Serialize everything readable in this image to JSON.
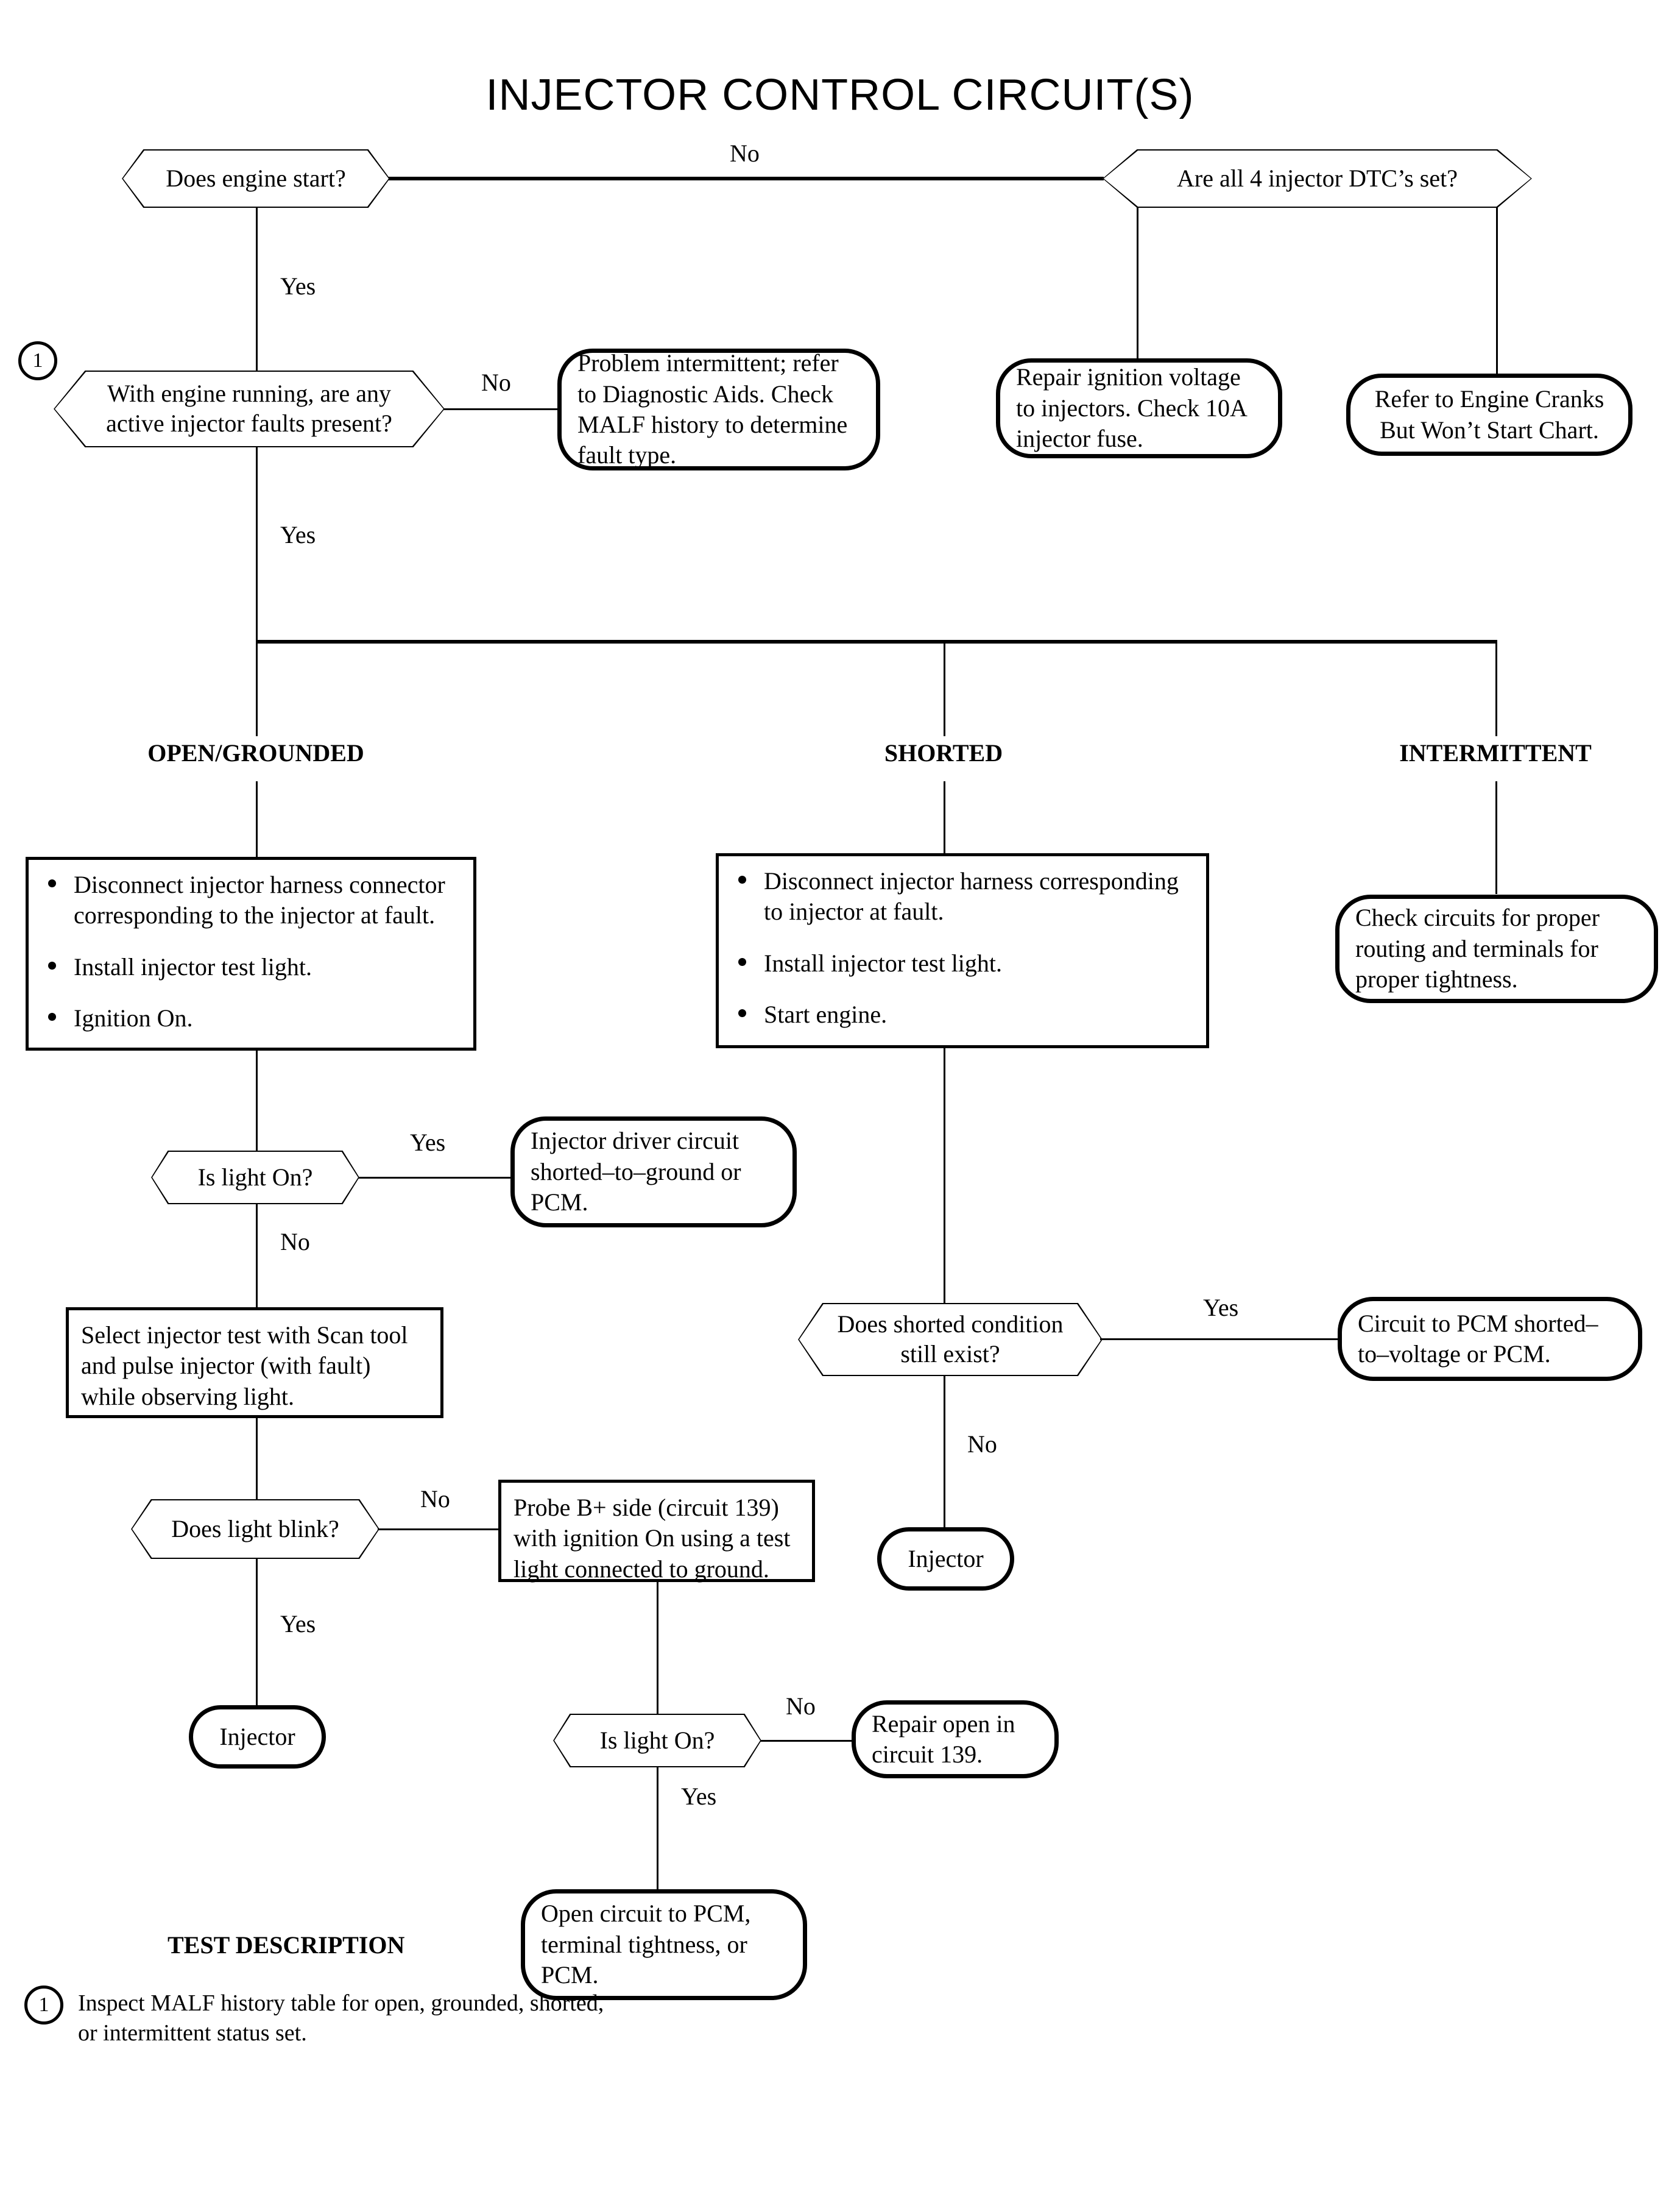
{
  "title": "INJECTOR CONTROL CIRCUIT(S)",
  "nodes": {
    "does_engine_start": "Does engine start?",
    "are_all_4_dtcs": "Are all 4 injector DTC’s set?",
    "active_faults": "With engine running, are any active injector faults present?",
    "problem_intermittent": "Problem intermittent; refer to Diagnostic Aids. Check MALF history to determine fault type.",
    "repair_ignition_voltage": "Repair ignition voltage to injectors. Check 10A injector fuse.",
    "refer_engine_cranks": "Refer to Engine Cranks But Won’t Start Chart.",
    "open_grounded_steps": [
      "Disconnect injector harness connector corresponding to the injector at fault.",
      "Install injector test light.",
      "Ignition On."
    ],
    "shorted_steps": [
      "Disconnect injector harness corresponding to injector at fault.",
      "Install injector test light.",
      "Start engine."
    ],
    "check_circuits": "Check circuits for proper routing and terminals for proper tightness.",
    "is_light_on_1": "Is light On?",
    "injector_driver_shorted": "Injector driver circuit shorted–to–ground or PCM.",
    "select_injector_test": "Select injector test with Scan tool and pulse injector (with fault) while observing light.",
    "shorted_still_exist": "Does shorted condition still exist?",
    "circuit_to_pcm_shorted": "Circuit to PCM shorted–to–voltage or PCM.",
    "injector_shorted_branch": "Injector",
    "does_light_blink": "Does light blink?",
    "probe_b_plus": "Probe B+ side (circuit 139) with ignition On using a test light connected to ground.",
    "injector_open_branch": "Injector",
    "is_light_on_2": "Is light On?",
    "repair_open_139": "Repair open in circuit 139.",
    "open_circuit_pcm": "Open circuit to PCM, terminal tightness, or PCM."
  },
  "column_headings": {
    "open_grounded": "OPEN/GROUNDED",
    "shorted": "SHORTED",
    "intermittent": "INTERMITTENT"
  },
  "edge_labels": {
    "engine_start_no": "No",
    "engine_start_yes": "Yes",
    "active_faults_no": "No",
    "active_faults_yes": "Yes",
    "light_on_1_yes": "Yes",
    "light_on_1_no": "No",
    "shorted_exist_yes": "Yes",
    "shorted_exist_no": "No",
    "blink_no": "No",
    "blink_yes": "Yes",
    "light_on_2_no": "No",
    "light_on_2_yes": "Yes"
  },
  "markers": {
    "note_1": "1",
    "note_1_footer": "1"
  },
  "test_description": {
    "heading": "TEST DESCRIPTION",
    "note_text": "Inspect MALF history table for open, grounded, shorted, or intermittent status set."
  }
}
